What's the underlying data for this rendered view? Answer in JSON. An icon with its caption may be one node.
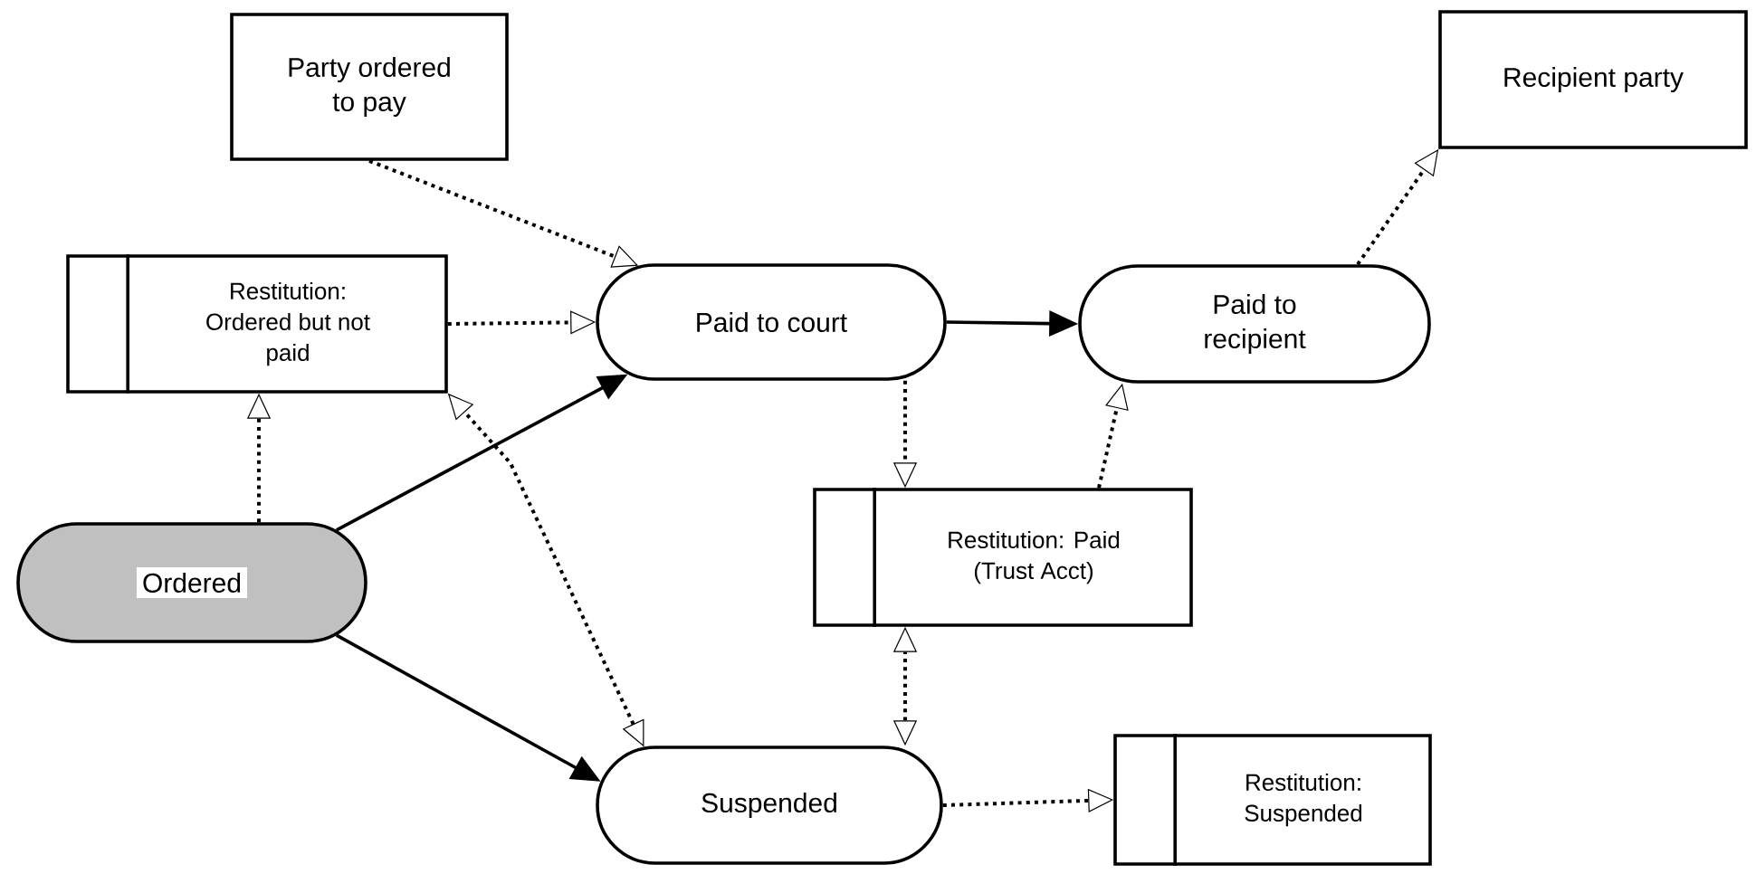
{
  "diagram": {
    "nodes": [
      {
        "text": [
          "Party ordered to pay"
        ]
      },
      {
        "text": [
          "Recipient party"
        ]
      },
      {
        "text": [
          "Restitution: Ordered but not paid"
        ]
      },
      {
        "text": [
          "Paid to court"
        ]
      },
      {
        "text": [
          "Paid to recipient"
        ]
      },
      {
        "text": [
          "Ordered"
        ]
      },
      {
        "text": [
          "Restitution: Paid (Trust Acct)"
        ]
      },
      {
        "text": [
          "Suspended"
        ]
      },
      {
        "text": [
          "Restitution: Suspended"
        ]
      }
    ],
    "edges": [
      {
        "from": 0,
        "to": 3,
        "arrow": "to",
        "style": "dashed"
      },
      {
        "from": 2,
        "to": 3,
        "arrow": "to",
        "style": "dashed"
      },
      {
        "from": 3,
        "to": 4,
        "arrow": "to"
      },
      {
        "from": 4,
        "to": 1,
        "arrow": "to",
        "style": "dashed"
      },
      {
        "from": 5,
        "to": 2,
        "arrow": "to",
        "style": "dashed"
      },
      {
        "from": 5,
        "to": 3,
        "arrow": "to"
      },
      {
        "from": 5,
        "to": 7,
        "arrow": "to"
      },
      {
        "from": 7,
        "to": 2,
        "arrow": "both",
        "style": "dashed"
      },
      {
        "from": 3,
        "to": 6,
        "arrow": "to",
        "style": "dashed"
      },
      {
        "from": 6,
        "to": 4,
        "arrow": "to",
        "style": "dashed"
      },
      {
        "from": 7,
        "to": 6,
        "arrow": "both",
        "style": "dashed"
      },
      {
        "from": 7,
        "to": 8,
        "arrow": "to",
        "style": "dashed"
      }
    ]
  }
}
